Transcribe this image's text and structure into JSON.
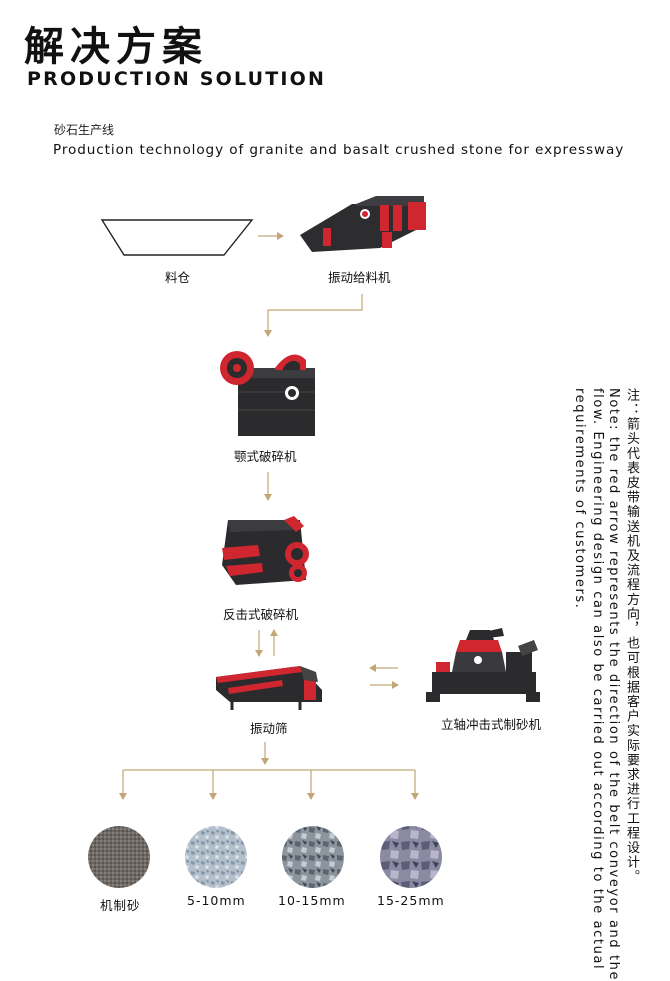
{
  "header": {
    "title_cn": "解决方案",
    "title_en": "PRODUCTION SOLUTION",
    "subtitle_cn": "砂石生产线",
    "subtitle_en": "Production technology of granite and basalt crushed stone for expressway"
  },
  "nodes": {
    "hopper": "料仓",
    "feeder": "振动给料机",
    "jaw_crusher": "颚式破碎机",
    "impact_crusher": "反击式破碎机",
    "vibrating_screen": "振动筛",
    "vsi_sand_maker": "立轴冲击式制砂机"
  },
  "products": [
    {
      "label": "机制砂"
    },
    {
      "label": "5-10mm"
    },
    {
      "label": "10-15mm"
    },
    {
      "label": "15-25mm"
    }
  ],
  "note": {
    "cn": "注：箭头代表皮带输送机及流程方向，也可根据客户实际要求进行工程设计。",
    "en_line1": "Note: the red arrow represents the direction of the belt conveyor and the",
    "en_line2": "flow. Engineering design can also be carried out according to the actual",
    "en_line3": "requirements of customers."
  },
  "colors": {
    "arrow": "#c2a676",
    "machine_red": "#d0262f",
    "machine_dark": "#2b2b2e"
  },
  "icons": {
    "hopper": "hopper-outline-icon",
    "feeder": "vibrating-feeder-icon",
    "jaw": "jaw-crusher-icon",
    "impact": "impact-crusher-icon",
    "screen": "vibrating-screen-icon",
    "vsi": "vsi-crusher-icon"
  }
}
